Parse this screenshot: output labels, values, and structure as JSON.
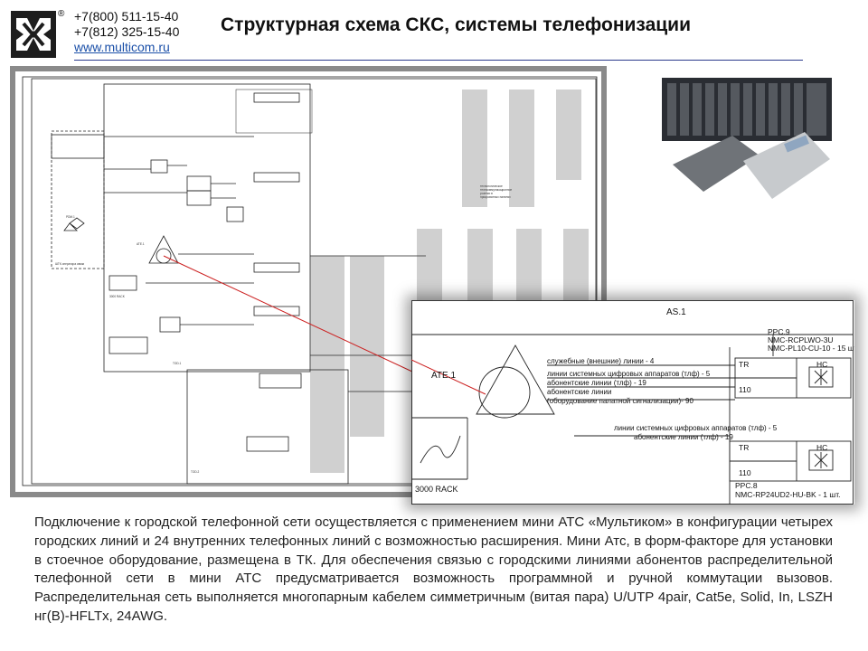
{
  "header": {
    "phone_1": "+7(800) 511-15-40",
    "phone_2": "+7(812) 325-15-40",
    "website": "www.multicom.ru",
    "registered_mark": "®",
    "title": "Структурная схема СКС, системы телефонизации"
  },
  "zoom": {
    "as_label": "AS.1",
    "ate_label": "ATE.1",
    "rack_label": "3000 RACK",
    "ppc9": {
      "label": "PPC.9",
      "model_1": "NMC-RCPLWO-3U",
      "model_2": "NMC-PL10-CU-10 - 15 шт."
    },
    "ppc8": {
      "label": "PPC.8",
      "model": "NMC-RP24UD2-HU-BK - 1 шт."
    },
    "tr_label": "TR",
    "hc_label": "HC",
    "num_110": "110",
    "lines_top": {
      "service": "служебные (внешние) линии - 4",
      "digital": "линии системных цифровых аппаратов (тлф) - 5",
      "subscriber": "абонентские линии (тлф) - 19",
      "subscriber_2": "абонентские линии",
      "ward_signal": "(оборудование палатной сигнализации)- 90"
    },
    "lines_bottom": {
      "digital": "линии системных цифровых аппаратов (тлф) - 5",
      "subscriber": "абонентские линии (тлф) - 19"
    }
  },
  "description": "Подключение к городской телефонной сети осуществляется с применением мини АТС «Мультиком» в конфигурации четырех городских линий и 24 внутренних телефонных линий с возможностью расширения. Мини Атс, в форм-факторе для установки в стоечное оборудование, размещена в ТК. Для обеспечения связью с городскими линиями абонентов распределительной телефонной сети в мини АТС предусматривается возможность программной и ручной коммутации вызовов. Распределительная сеть выполняется многопарным кабелем симметричным (витая пара) U/UTP 4pair, Cat5e, Solid, In, LSZH нг(В)-HFLTx, 24AWG.",
  "colors": {
    "title": "#111111",
    "link": "#1a4fa8",
    "rule": "#2b3a8c",
    "diagram_border": "#8a8a8a",
    "red_line": "#cc2020"
  },
  "icons": [
    "multicom-logo-icon",
    "pbx-equipment-photo-icon",
    "desk-phone-icon",
    "patch-panel-icon"
  ]
}
